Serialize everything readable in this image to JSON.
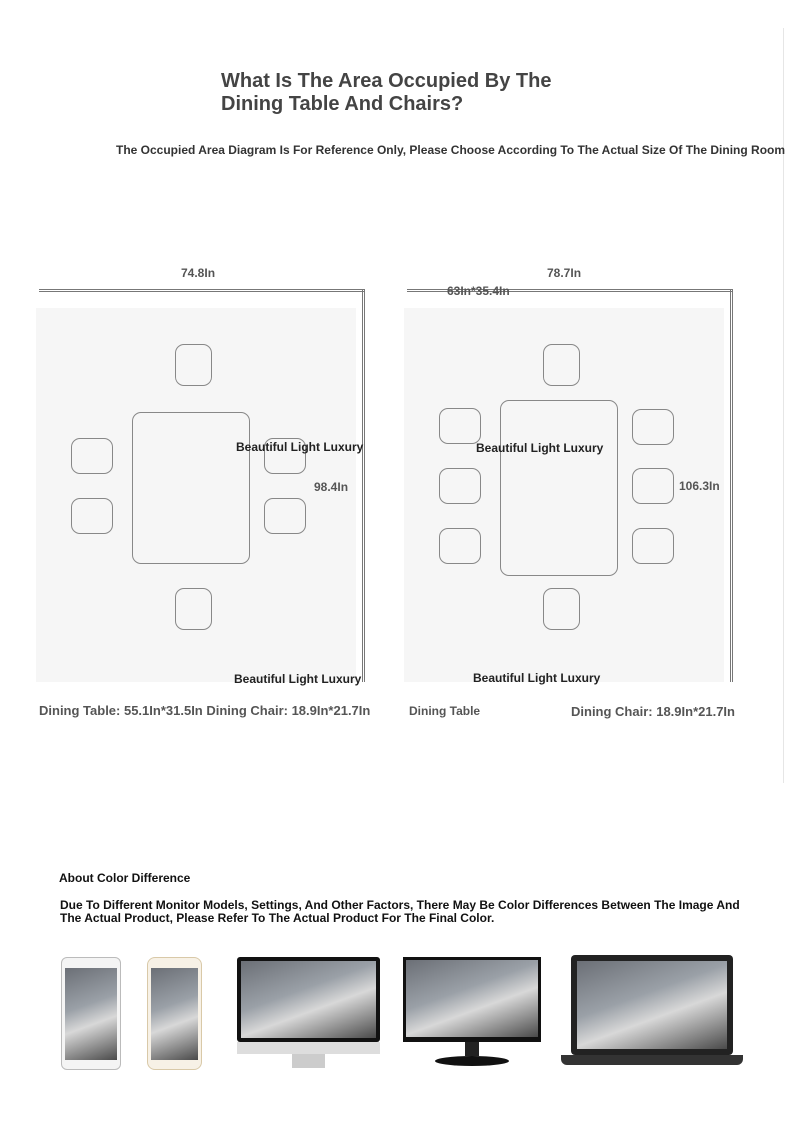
{
  "header": {
    "title": "What Is The Area Occupied By The Dining Table And Chairs?",
    "subtitle": "The Occupied Area Diagram Is For Reference Only, Please Choose According To The Actual Size Of The Dining Room"
  },
  "diagram_left": {
    "width": "74.8In",
    "height": "98.4In",
    "watermark_1": "Beautiful Light Luxury",
    "watermark_2": "Beautiful Light Luxury",
    "caption": "Dining Table: 55.1In*31.5In Dining Chair: 18.9In*21.7In"
  },
  "diagram_right": {
    "width": "78.7In",
    "table_size": "63In*35.4In",
    "height": "106.3In",
    "watermark_1": "Beautiful Light Luxury",
    "watermark_2": "Beautiful Light Luxury",
    "caption_table": "Dining Table",
    "caption_chair": "Dining Chair: 18.9In*21.7In"
  },
  "color_note": {
    "heading": "About Color Difference",
    "body": "Due To Different Monitor Models, Settings, And Other Factors, There May Be Color Differences Between The Image And The Actual Product, Please Refer To The Actual Product For The Final Color."
  }
}
